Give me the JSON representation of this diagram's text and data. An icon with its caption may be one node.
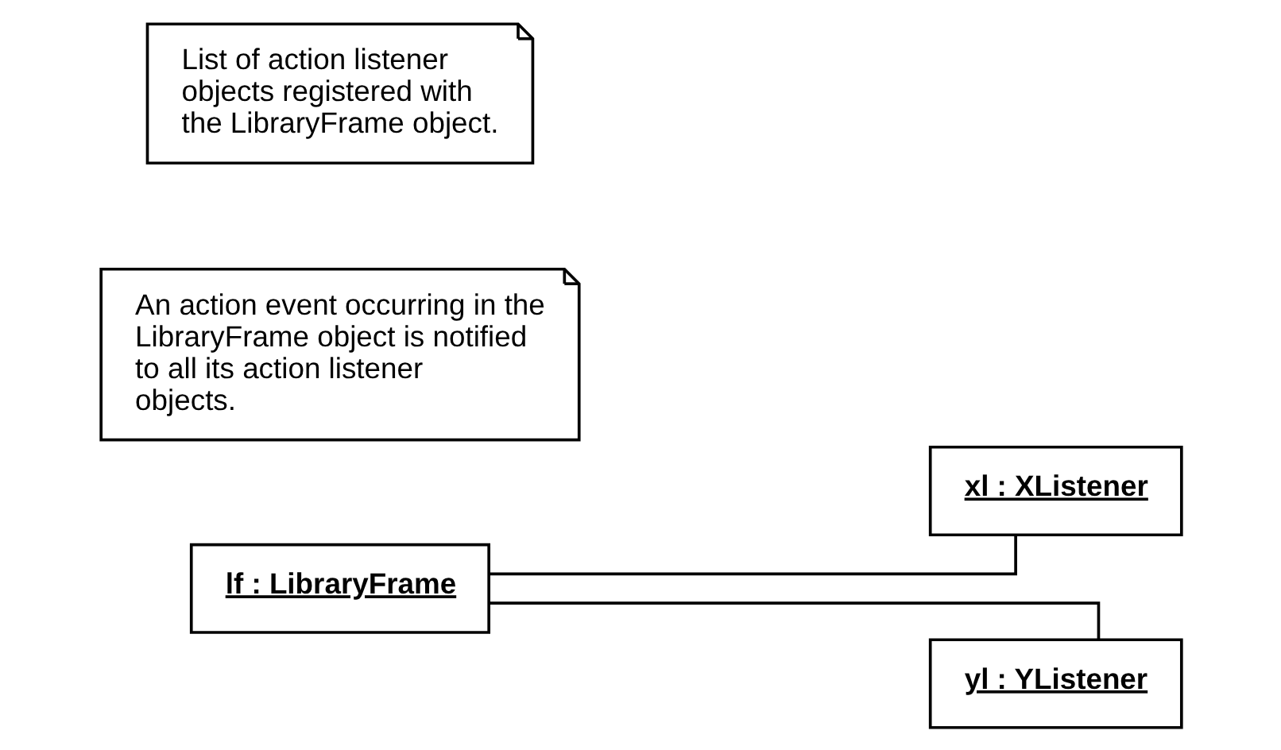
{
  "diagram": {
    "nodes": [
      {
        "text": [
          "lf : LibraryFrame"
        ]
      },
      {
        "text": [
          "xl : XListener"
        ]
      },
      {
        "text": [
          "yl : YListener"
        ]
      },
      {
        "text": [
          "An action event occurring in the LibraryFrame object is notified to all its action listener objects."
        ]
      },
      {
        "text": [
          "List of action listener objects registered with the LibraryFrame object."
        ]
      }
    ],
    "edges": [
      {
        "from": 0,
        "to": 1,
        "arrow": "none"
      },
      {
        "from": 0,
        "to": 2,
        "arrow": "none"
      }
    ]
  }
}
